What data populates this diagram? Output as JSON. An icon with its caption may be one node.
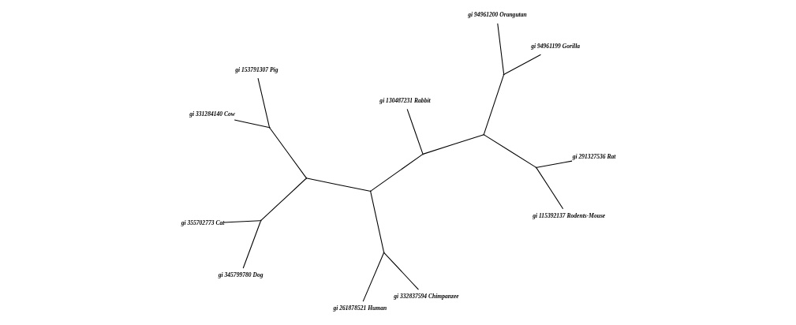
{
  "diagram": {
    "nodes": [
      {
        "text": [
          "gi 261878521 Human"
        ]
      },
      {
        "text": [
          "gi 332837594 Chimpanzee"
        ]
      },
      {
        "text": [
          "gi 331284140 Cow"
        ]
      },
      {
        "text": [
          "gi 130487231 Rabbit"
        ]
      },
      {
        "text": [
          "gi 153791307 Pig"
        ]
      },
      {
        "text": [
          "gi 94961200 Orangutan"
        ]
      },
      {
        "text": [
          "gi 355702773 Cat"
        ]
      },
      {
        "text": [
          "gi 94961199 Gorilla"
        ]
      },
      {
        "text": [
          "gi 345799780 Dog"
        ]
      },
      {
        "text": [
          "gi 291327536 Rat"
        ]
      },
      {
        "text": [
          "gi 115392137 Rodents-Mouse"
        ]
      },
      {
        "text": [],
        "shape": "point"
      },
      {
        "text": [],
        "shape": "point"
      },
      {
        "text": [],
        "shape": "point"
      },
      {
        "text": [],
        "shape": "point"
      },
      {
        "text": [],
        "shape": "point"
      },
      {
        "text": [],
        "shape": "point"
      },
      {
        "text": [],
        "shape": "point"
      },
      {
        "text": [],
        "shape": "point"
      },
      {
        "text": [],
        "shape": "point"
      }
    ],
    "edges": [
      {
        "from": 12,
        "to": 0,
        "arrow": "none"
      },
      {
        "from": 12,
        "to": 1,
        "arrow": "none"
      },
      {
        "from": 11,
        "to": 12,
        "arrow": "none"
      },
      {
        "from": 11,
        "to": 13,
        "arrow": "none"
      },
      {
        "from": 11,
        "to": 15,
        "arrow": "none"
      },
      {
        "from": 13,
        "to": 3,
        "arrow": "none"
      },
      {
        "from": 13,
        "to": 14,
        "arrow": "none"
      },
      {
        "from": 14,
        "to": 16,
        "arrow": "none"
      },
      {
        "from": 14,
        "to": 17,
        "arrow": "none"
      },
      {
        "from": 16,
        "to": 5,
        "arrow": "none"
      },
      {
        "from": 16,
        "to": 7,
        "arrow": "none"
      },
      {
        "from": 17,
        "to": 9,
        "arrow": "none"
      },
      {
        "from": 17,
        "to": 10,
        "arrow": "none"
      },
      {
        "from": 15,
        "to": 18,
        "arrow": "none"
      },
      {
        "from": 15,
        "to": 19,
        "arrow": "none"
      },
      {
        "from": 18,
        "to": 2,
        "arrow": "none"
      },
      {
        "from": 18,
        "to": 4,
        "arrow": "none"
      },
      {
        "from": 19,
        "to": 6,
        "arrow": "none"
      },
      {
        "from": 19,
        "to": 8,
        "arrow": "none"
      }
    ]
  }
}
